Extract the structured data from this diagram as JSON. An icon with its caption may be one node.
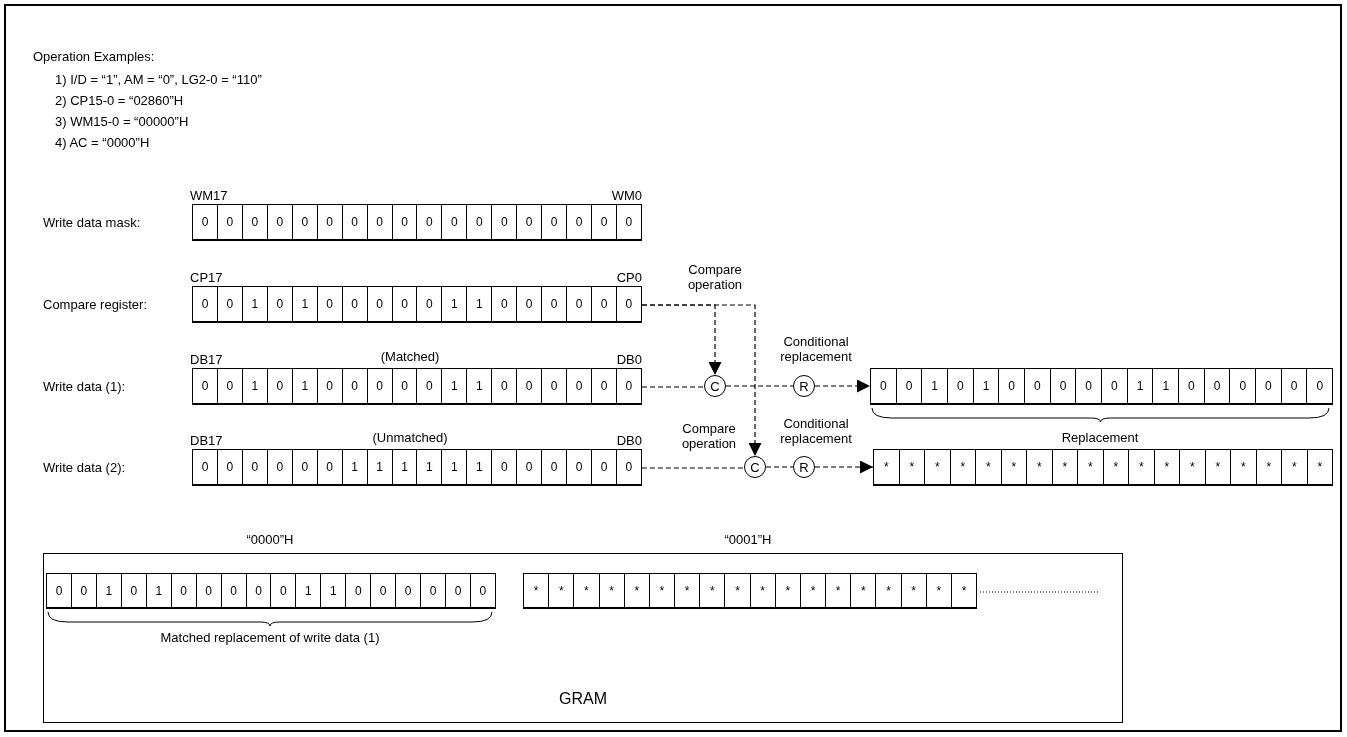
{
  "diagram": {
    "title": "Operation Examples:",
    "nodes": [
      {
        "text": [
          "0",
          "0",
          "0",
          "0",
          "0",
          "0",
          "0",
          "0",
          "0",
          "0",
          "0",
          "0",
          "0",
          "0",
          "0",
          "0",
          "0",
          "0"
        ],
        "beside": [
          "Write data mask:",
          "WM17",
          "WM0"
        ]
      },
      {
        "text": [
          "0",
          "0",
          "1",
          "0",
          "1",
          "0",
          "0",
          "0",
          "0",
          "0",
          "1",
          "1",
          "0",
          "0",
          "0",
          "0",
          "0",
          "0"
        ],
        "beside": [
          "Compare register:",
          "CP17",
          "CP0"
        ]
      },
      {
        "text": [
          "0",
          "0",
          "1",
          "0",
          "1",
          "0",
          "0",
          "0",
          "0",
          "0",
          "1",
          "1",
          "0",
          "0",
          "0",
          "0",
          "0",
          "0"
        ],
        "beside": [
          "DB17",
          "(Matched)",
          "DB0"
        ]
      },
      {
        "text": [
          "0",
          "0",
          "0",
          "0",
          "0",
          "0",
          "1",
          "1",
          "1",
          "1",
          "1",
          "1",
          "0",
          "0",
          "0",
          "0",
          "0",
          "0"
        ],
        "beside": [
          "DB17",
          "(Unmatched)",
          "DB0"
        ]
      },
      {
        "text": [
          "C"
        ]
      },
      {
        "text": [
          "R"
        ]
      },
      {
        "text": [
          "0",
          "0",
          "1",
          "0",
          "1",
          "0",
          "0",
          "0",
          "0",
          "0",
          "1",
          "1",
          "0",
          "0",
          "0",
          "0",
          "0",
          "0"
        ]
      },
      {
        "text": [
          "C"
        ]
      },
      {
        "text": [
          "R"
        ]
      },
      {
        "text": [
          "*",
          "*",
          "*",
          "*",
          "*",
          "*",
          "*",
          "*",
          "*",
          "*",
          "*",
          "*",
          "*",
          "*",
          "*",
          "*",
          "*",
          "*"
        ]
      },
      {
        "text": [
          "GRAM"
        ]
      },
      {
        "text": [
          "0",
          "0",
          "1",
          "0",
          "1",
          "0",
          "0",
          "0",
          "0",
          "0",
          "1",
          "1",
          "0",
          "0",
          "0",
          "0",
          "0",
          "0"
        ],
        "in": 10,
        "beside": [
          "Matched replacement of write data (1)"
        ]
      },
      {
        "text": [
          "*",
          "*",
          "*",
          "*",
          "*",
          "*",
          "*",
          "*",
          "*",
          "*",
          "*",
          "*",
          "*",
          "*",
          "*",
          "*",
          "*",
          "*"
        ],
        "in": 10
      }
    ],
    "edges": [
      {
        "from": 1,
        "to": 4,
        "arrow": "to",
        "style": "dashed",
        "label": "Compare operation"
      },
      {
        "from": 1,
        "to": 7,
        "arrow": "to",
        "style": "dashed",
        "label": "Compare operation"
      },
      {
        "from": 2,
        "to": 4,
        "arrow": "none",
        "style": "dashed"
      },
      {
        "from": 4,
        "to": 5,
        "arrow": "none",
        "style": "dashed"
      },
      {
        "from": 5,
        "to": 6,
        "arrow": "to",
        "style": "dashed",
        "label": "Conditional replacement"
      },
      {
        "from": 3,
        "to": 7,
        "arrow": "none",
        "style": "dashed"
      },
      {
        "from": 7,
        "to": 8,
        "arrow": "none",
        "style": "dashed"
      },
      {
        "from": 8,
        "to": 9,
        "arrow": "to",
        "style": "dashed",
        "label": "Conditional replacement"
      }
    ],
    "labels": [
      "1) I/D = “1”, AM = “0”, LG2-0 = “110”",
      "2) CP15-0 = “02860”H",
      "3) WM15-0 = “00000”H",
      "4) AC = “0000”H",
      "Write data (1):",
      "Replacement",
      "Write data (2):",
      "“0000”H",
      "“0001”H"
    ]
  }
}
